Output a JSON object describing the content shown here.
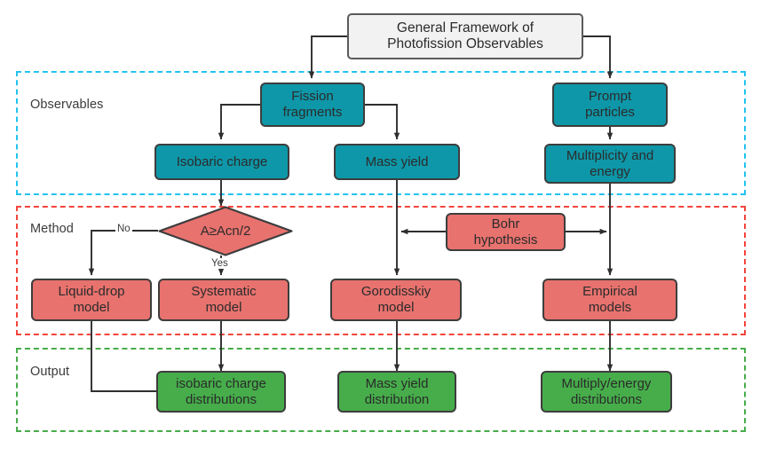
{
  "diagram": {
    "title_node": {
      "label": "General Framework of\nPhotofission Observables"
    },
    "regions": [
      {
        "key": "observables",
        "label": "Observables",
        "color": "#22c3ef"
      },
      {
        "key": "method",
        "label": "Method",
        "color": "#f4453c"
      },
      {
        "key": "output",
        "label": "Output",
        "color": "#46ad4a"
      }
    ],
    "observables_nodes": [
      {
        "key": "fission-fragments",
        "label": "Fission\nfragments"
      },
      {
        "key": "prompt-particles",
        "label": "Prompt\nparticles"
      },
      {
        "key": "isobaric-charge",
        "label": "Isobaric charge"
      },
      {
        "key": "mass-yield",
        "label": "Mass yield"
      },
      {
        "key": "multiplicity-energy",
        "label": "Multiplicity and\nenergy"
      }
    ],
    "method_nodes": [
      {
        "key": "decision",
        "label": "A≥Acn/2"
      },
      {
        "key": "bohr-hypothesis",
        "label": "Bohr\nhypothesis"
      },
      {
        "key": "liquid-drop-model",
        "label": "Liquid-drop\nmodel"
      },
      {
        "key": "systematic-model",
        "label": "Systematic\nmodel"
      },
      {
        "key": "gorodisskiy-model",
        "label": "Gorodisskiy\nmodel"
      },
      {
        "key": "empirical-models",
        "label": "Empirical\nmodels"
      }
    ],
    "output_nodes": [
      {
        "key": "isobaric-charge-distributions",
        "label": "isobaric charge\ndistributions"
      },
      {
        "key": "mass-yield-distribution",
        "label": "Mass yield\ndistribution"
      },
      {
        "key": "multiply-energy-distributions",
        "label": "Multiply/energy\ndistributions"
      }
    ],
    "edge_labels": [
      {
        "key": "no",
        "label": "No"
      },
      {
        "key": "yes",
        "label": "Yes"
      }
    ],
    "colors": {
      "teal": "#0e97a8",
      "red": "#e8726e",
      "green": "#46ad4a",
      "title_fill": "#f2f2f2",
      "stroke": "#3d3d3d",
      "region_observables": "#22c3ef",
      "region_method": "#f4453c",
      "region_output": "#46ad4a"
    }
  }
}
